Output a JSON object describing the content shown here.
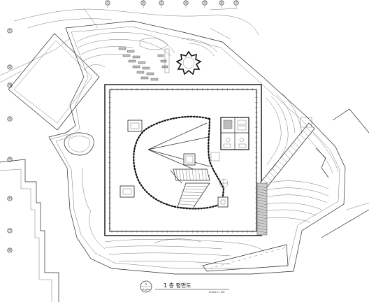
{
  "drawing": {
    "title": "1 층 평면도",
    "scale_text": "SCALE 1 / 300",
    "tag": {
      "number": "1",
      "sheet": "A-304"
    }
  },
  "grid": {
    "top": [
      "①",
      "②",
      "③",
      "④",
      "⑤",
      "⑥",
      "⑦"
    ],
    "left": [
      "①",
      "②",
      "③",
      "④",
      "⑤",
      "⑥",
      "⑦",
      "⑧"
    ]
  }
}
